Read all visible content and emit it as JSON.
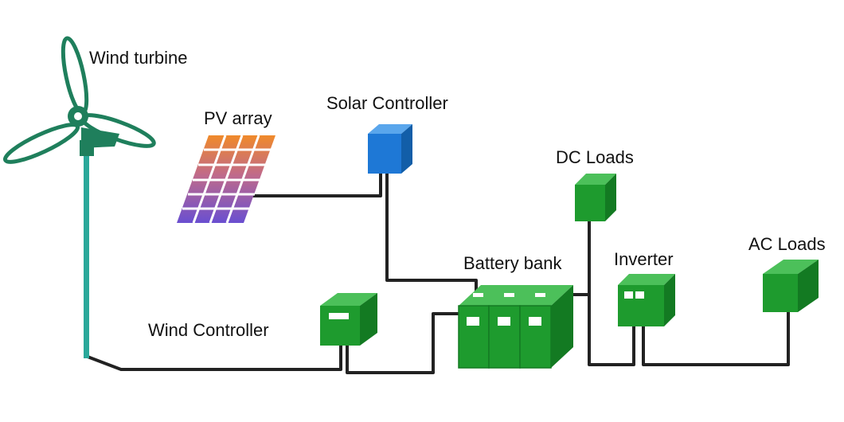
{
  "labels": {
    "wind_turbine": "Wind turbine",
    "pv_array": "PV array",
    "solar_controller": "Solar Controller",
    "dc_loads": "DC Loads",
    "battery_bank": "Battery bank",
    "inverter": "Inverter",
    "ac_loads": "AC Loads",
    "wind_controller": "Wind Controller"
  },
  "colors": {
    "component_green": "#1e9b2e",
    "controller_blue": "#1e78d6",
    "wire": "#222222",
    "turbine_pole": "#2aa89a",
    "turbine_blade": "#1f7f5c"
  }
}
